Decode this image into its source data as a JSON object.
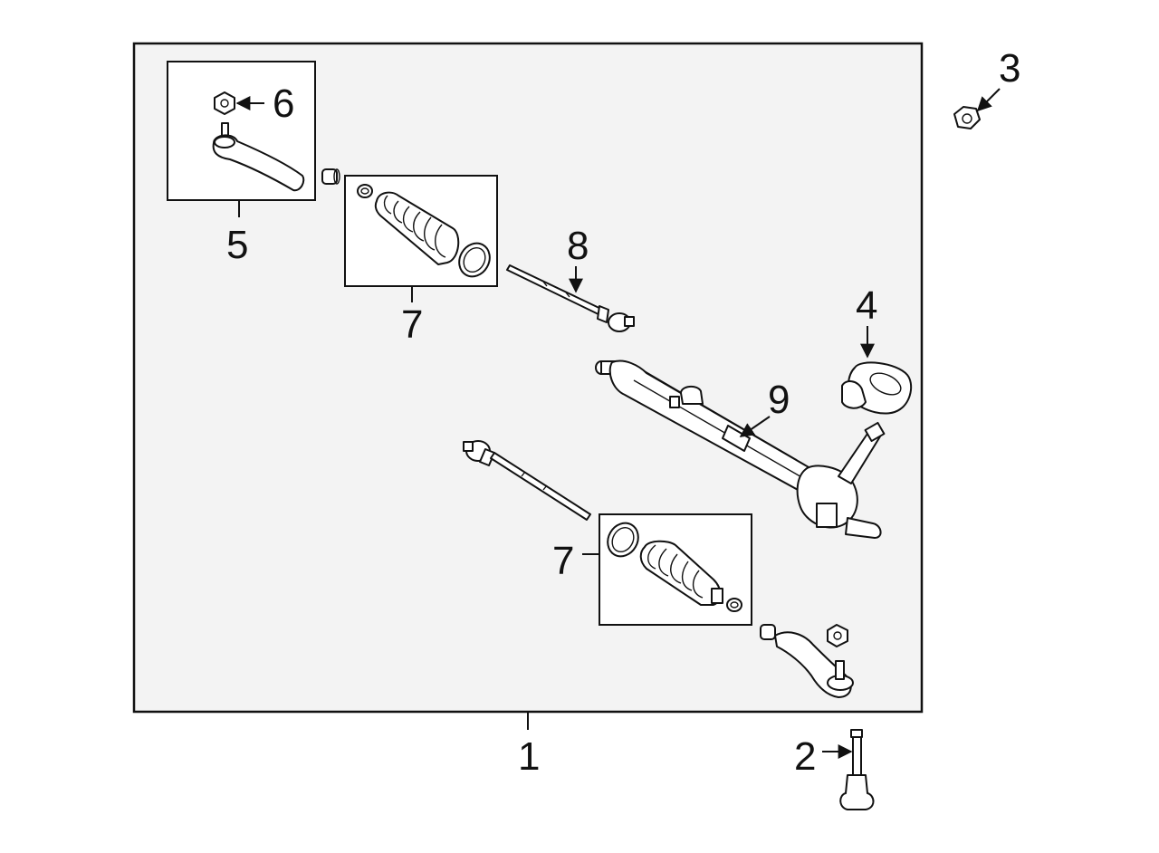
{
  "callouts": {
    "c1": "1",
    "c2": "2",
    "c3": "3",
    "c4": "4",
    "c5": "5",
    "c6": "6",
    "c7a": "7",
    "c7b": "7",
    "c8": "8",
    "c9": "9"
  },
  "colors": {
    "line": "#111111",
    "background": "#ffffff",
    "panel": "#f3f3f3"
  }
}
